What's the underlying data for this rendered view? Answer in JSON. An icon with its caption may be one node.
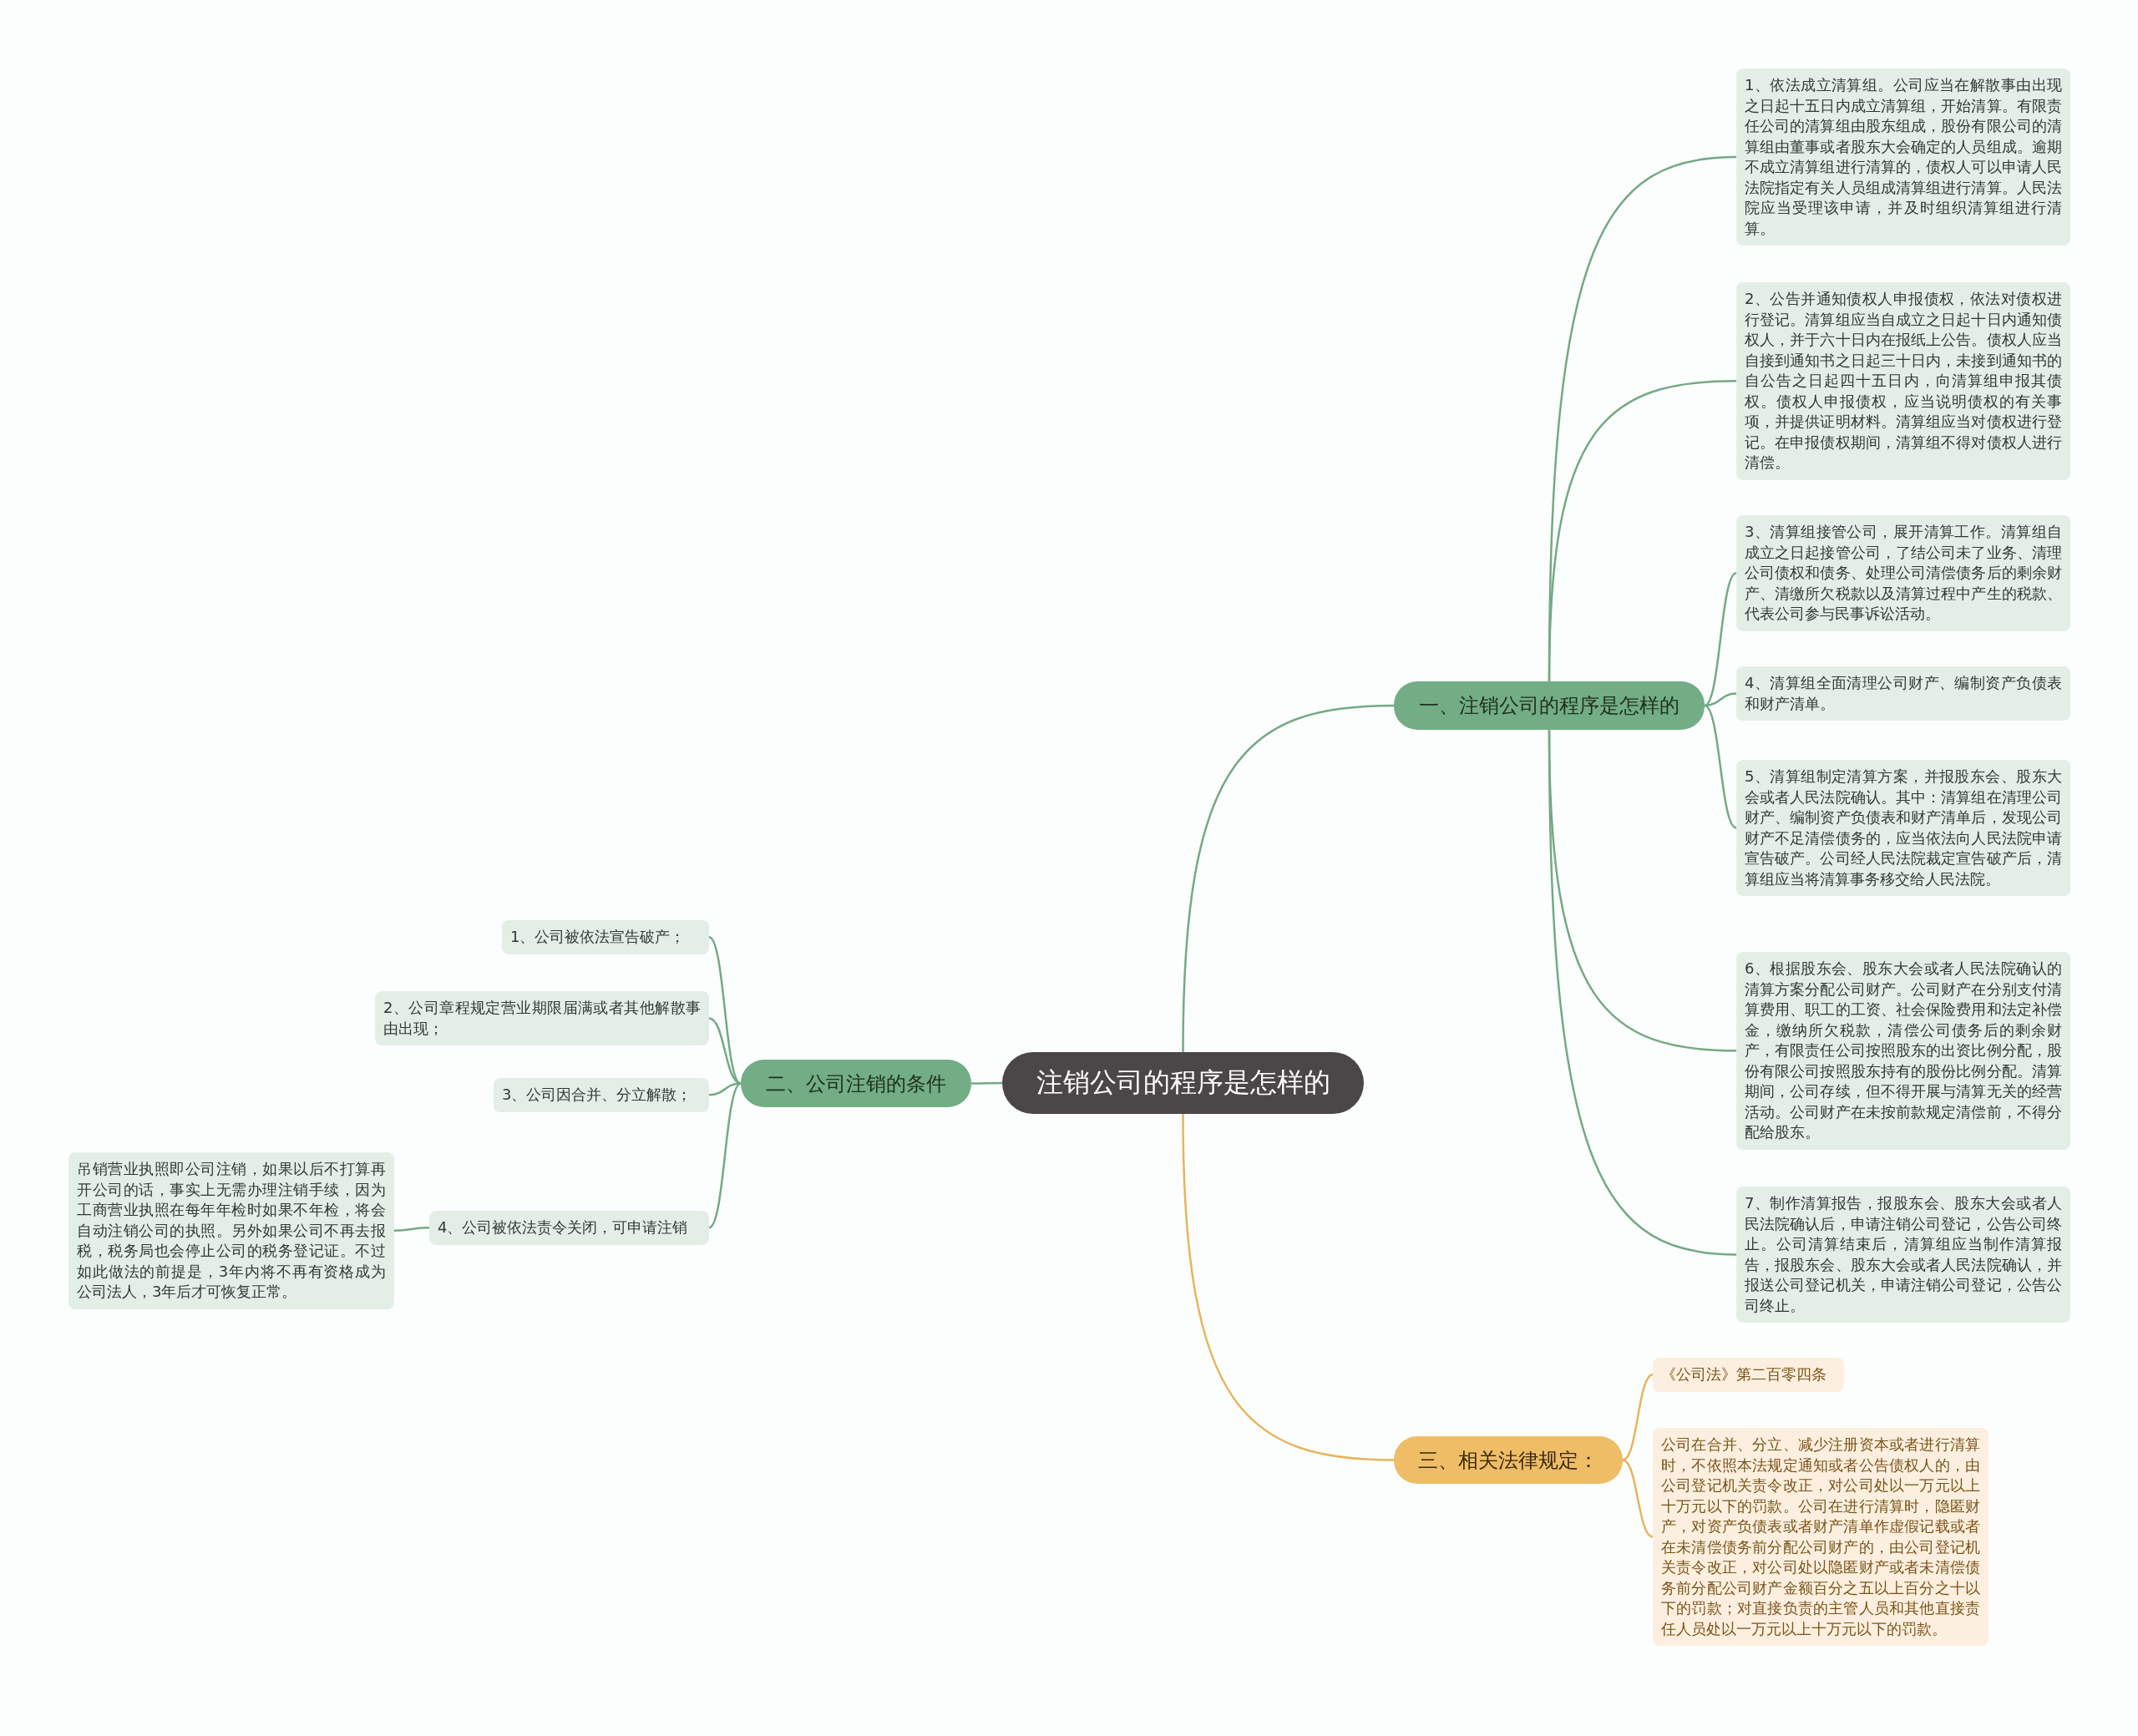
{
  "diagram": {
    "nodes": [
      {
        "text": [
          "注销公司的程序是怎样的"
        ]
      },
      {
        "text": [
          "一、注销公司的程序是怎样的"
        ]
      },
      {
        "text": [
          "1、依法成立清算组。公司应当在解散事由出现之日起十五日内成立清算组，开始清算。有限责任公司的清算组由股东组成，股份有限公司的清算组由董事或者股东大会确定的人员组成。逾期不成立清算组进行清算的，债权人可以申请人民法院指定有关人员组成清算组进行清算。人民法院应当受理该申请，并及时组织清算组进行清算。"
        ]
      },
      {
        "text": [
          "2、公告并通知债权人申报债权，依法对债权进行登记。清算组应当自成立之日起十日内通知债权人，并于六十日内在报纸上公告。债权人应当自接到通知书之日起三十日内，未接到通知书的自公告之日起四十五日内，向清算组申报其债权。债权人申报债权，应当说明债权的有关事项，并提供证明材料。清算组应当对债权进行登记。在申报债权期间，清算组不得对债权人进行清偿。"
        ]
      },
      {
        "text": [
          "3、清算组接管公司，展开清算工作。清算组自成立之日起接管公司，了结公司未了业务、清理公司债权和债务、处理公司清偿债务后的剩余财产、清缴所欠税款以及清算过程中产生的税款、代表公司参与民事诉讼活动。"
        ]
      },
      {
        "text": [
          "4、清算组全面清理公司财产、编制资产负债表和财产清单。"
        ]
      },
      {
        "text": [
          "5、清算组制定清算方案，并报股东会、股东大会或者人民法院确认。其中：清算组在清理公司财产、编制资产负债表和财产清单后，发现公司财产不足清偿债务的，应当依法向人民法院申请宣告破产。公司经人民法院裁定宣告破产后，清算组应当将清算事务移交给人民法院。"
        ]
      },
      {
        "text": [
          "6、根据股东会、股东大会或者人民法院确认的清算方案分配公司财产。公司财产在分别支付清算费用、职工的工资、社会保险费用和法定补偿金，缴纳所欠税款，清偿公司债务后的剩余财产，有限责任公司按照股东的出资比例分配，股份有限公司按照股东持有的股份比例分配。清算期间，公司存续，但不得开展与清算无关的经营活动。公司财产在未按前款规定清偿前，不得分配给股东。"
        ]
      },
      {
        "text": [
          "7、制作清算报告，报股东会、股东大会或者人民法院确认后，申请注销公司登记，公告公司终止。公司清算结束后，清算组应当制作清算报告，报股东会、股东大会或者人民法院确认，并报送公司登记机关，申请注销公司登记，公告公司终止。"
        ]
      },
      {
        "text": [
          "二、公司注销的条件"
        ]
      },
      {
        "text": [
          "1、公司被依法宣告破产；"
        ]
      },
      {
        "text": [
          "2、公司章程规定营业期限届满或者其他解散事由出现；"
        ]
      },
      {
        "text": [
          "3、公司因合并、分立解散；"
        ]
      },
      {
        "text": [
          "4、公司被依法责令关闭，可申请注销"
        ]
      },
      {
        "text": [
          "吊销营业执照即公司注销，如果以后不打算再开公司的话，事实上无需办理注销手续，因为工商营业执照在每年年检时如果不年检，将会自动注销公司的执照。另外如果公司不再去报税，税务局也会停止公司的税务登记证。不过如此做法的前提是，3年内将不再有资格成为公司法人，3年后才可恢复正常。"
        ]
      },
      {
        "text": [
          "三、相关法律规定："
        ]
      },
      {
        "text": [
          "《公司法》第二百零四条"
        ]
      },
      {
        "text": [
          "公司在合并、分立、减少注册资本或者进行清算时，不依照本法规定通知或者公告债权人的，由公司登记机关责令改正，对公司处以一万元以上十万元以下的罚款。公司在进行清算时，隐匿财产，对资产负债表或者财产清单作虚假记载或者在未清偿债务前分配公司财产的，由公司登记机关责令改正，对公司处以隐匿财产或者未清偿债务前分配公司财产金额百分之五以上百分之十以下的罚款；对直接负责的主管人员和其他直接责任人员处以一万元以上十万元以下的罚款。"
        ]
      }
    ],
    "edges": [
      {
        "from": 0,
        "to": 1,
        "arrow": "none"
      },
      {
        "from": 1,
        "to": 2,
        "arrow": "none"
      },
      {
        "from": 1,
        "to": 3,
        "arrow": "none"
      },
      {
        "from": 1,
        "to": 4,
        "arrow": "none"
      },
      {
        "from": 1,
        "to": 5,
        "arrow": "none"
      },
      {
        "from": 1,
        "to": 6,
        "arrow": "none"
      },
      {
        "from": 1,
        "to": 7,
        "arrow": "none"
      },
      {
        "from": 1,
        "to": 8,
        "arrow": "none"
      },
      {
        "from": 0,
        "to": 9,
        "arrow": "none"
      },
      {
        "from": 9,
        "to": 10,
        "arrow": "none"
      },
      {
        "from": 9,
        "to": 11,
        "arrow": "none"
      },
      {
        "from": 9,
        "to": 12,
        "arrow": "none"
      },
      {
        "from": 9,
        "to": 13,
        "arrow": "none"
      },
      {
        "from": 13,
        "to": 14,
        "arrow": "none"
      },
      {
        "from": 0,
        "to": 15,
        "arrow": "none",
        "color": "#e8b45c"
      },
      {
        "from": 15,
        "to": 16,
        "arrow": "none",
        "color": "#e8b45c"
      },
      {
        "from": 15,
        "to": 17,
        "arrow": "none",
        "color": "#e8b45c"
      }
    ]
  }
}
